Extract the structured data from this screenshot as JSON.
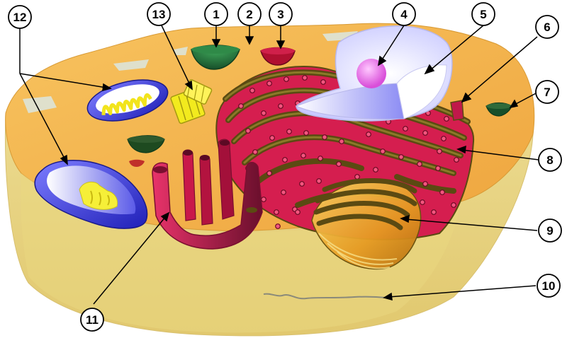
{
  "labels": [
    {
      "id": 1,
      "text": "1"
    },
    {
      "id": 2,
      "text": "2"
    },
    {
      "id": 3,
      "text": "3"
    },
    {
      "id": 4,
      "text": "4"
    },
    {
      "id": 5,
      "text": "5"
    },
    {
      "id": 6,
      "text": "6"
    },
    {
      "id": 7,
      "text": "7"
    },
    {
      "id": 8,
      "text": "8"
    },
    {
      "id": 9,
      "text": "9"
    },
    {
      "id": 10,
      "text": "10"
    },
    {
      "id": 11,
      "text": "11"
    },
    {
      "id": 12,
      "text": "12"
    },
    {
      "id": 13,
      "text": "13"
    }
  ],
  "colors": {
    "cytoplasm_top": "#f2b24a",
    "cytoplasm_side": "#e9d98a",
    "cell_base": "#e6cf7a",
    "er_rough": "#d8194c",
    "er_dark": "#5b4a12",
    "nucleus": "#f0f0ff",
    "nucleolus": "#ea6fea",
    "mitochondria_outer": "#4b4be0",
    "mitochondria_inner": "#f6ef38",
    "vesicle": "#1e7a3c",
    "golgi": "#e7a52b",
    "centriole": "#f2ea1e"
  }
}
